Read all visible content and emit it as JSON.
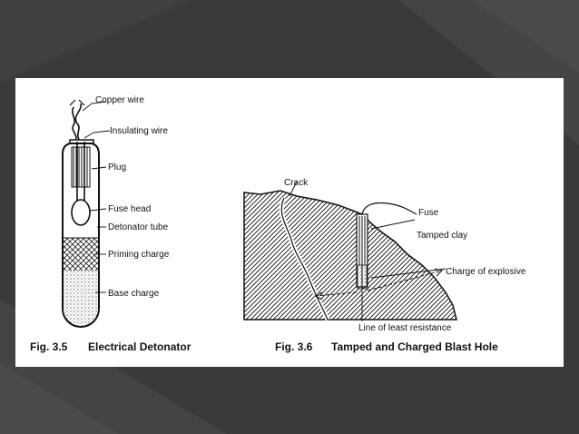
{
  "fig35": {
    "labels": {
      "copper_wire": "Copper wire",
      "insulating_wire": "Insulating wire",
      "plug": "Plug",
      "fuse_head": "Fuse head",
      "detonator_tube": "Detonator tube",
      "priming_charge": "Priming charge",
      "base_charge": "Base charge"
    },
    "caption_num": "Fig. 3.5",
    "caption_text": "Electrical Detonator"
  },
  "fig36": {
    "labels": {
      "crack": "Crack",
      "fuse": "Fuse",
      "tamped_clay": "Tamped clay",
      "charge": "Charge of explosive",
      "line_least": "Line of least resistance"
    },
    "caption_num": "Fig. 3.6",
    "caption_text": "Tamped and Charged Blast Hole"
  },
  "colors": {
    "background": "#3b3b3b",
    "panel": "#ffffff",
    "ink": "#111111"
  }
}
